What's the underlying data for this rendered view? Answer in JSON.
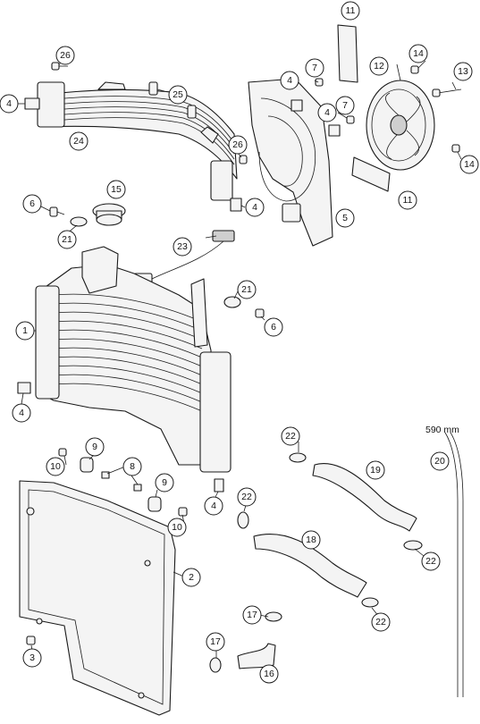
{
  "callouts": [
    {
      "id": "c11a",
      "label": "11"
    },
    {
      "id": "c26a",
      "label": "26"
    },
    {
      "id": "c7a",
      "label": "7"
    },
    {
      "id": "c4a",
      "label": "4"
    },
    {
      "id": "c12",
      "label": "12"
    },
    {
      "id": "c14a",
      "label": "14"
    },
    {
      "id": "c13",
      "label": "13"
    },
    {
      "id": "c25",
      "label": "25"
    },
    {
      "id": "c4b",
      "label": "4"
    },
    {
      "id": "c7b",
      "label": "7"
    },
    {
      "id": "c4c",
      "label": "4"
    },
    {
      "id": "c24",
      "label": "24"
    },
    {
      "id": "c26b",
      "label": "26"
    },
    {
      "id": "c14b",
      "label": "14"
    },
    {
      "id": "c15",
      "label": "15"
    },
    {
      "id": "c11b",
      "label": "11"
    },
    {
      "id": "c6a",
      "label": "6"
    },
    {
      "id": "c4d",
      "label": "4"
    },
    {
      "id": "c5",
      "label": "5"
    },
    {
      "id": "c21a",
      "label": "21"
    },
    {
      "id": "c23",
      "label": "23"
    },
    {
      "id": "c21b",
      "label": "21"
    },
    {
      "id": "c1",
      "label": "1"
    },
    {
      "id": "c6b",
      "label": "6"
    },
    {
      "id": "c4e",
      "label": "4"
    },
    {
      "id": "c22a",
      "label": "22"
    },
    {
      "id": "c9a",
      "label": "9"
    },
    {
      "id": "c20",
      "label": "20"
    },
    {
      "id": "c8",
      "label": "8"
    },
    {
      "id": "c10a",
      "label": "10"
    },
    {
      "id": "c19",
      "label": "19"
    },
    {
      "id": "c9b",
      "label": "9"
    },
    {
      "id": "c22b",
      "label": "22"
    },
    {
      "id": "c4f",
      "label": "4"
    },
    {
      "id": "c10b",
      "label": "10"
    },
    {
      "id": "c18",
      "label": "18"
    },
    {
      "id": "c22c",
      "label": "22"
    },
    {
      "id": "c2",
      "label": "2"
    },
    {
      "id": "c17a",
      "label": "17"
    },
    {
      "id": "c22d",
      "label": "22"
    },
    {
      "id": "c3",
      "label": "3"
    },
    {
      "id": "c17b",
      "label": "17"
    },
    {
      "id": "c16",
      "label": "16"
    }
  ],
  "hose_length_label": "590 mm"
}
